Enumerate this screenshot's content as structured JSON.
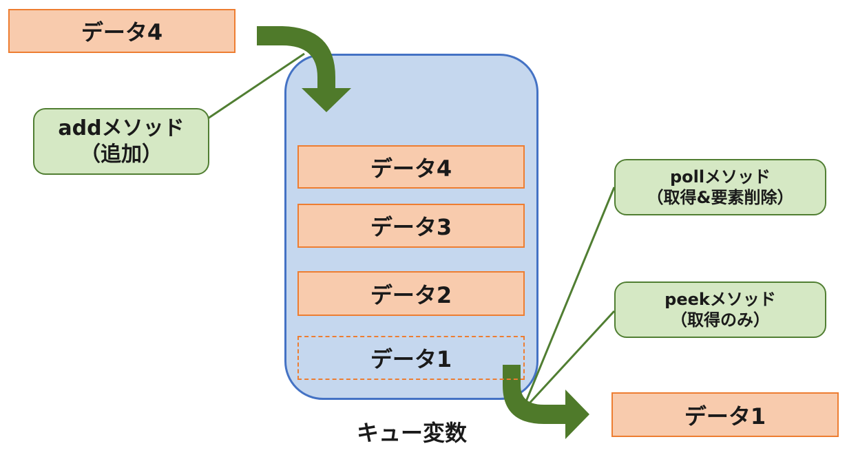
{
  "incoming_data": {
    "label": "データ4"
  },
  "queue": {
    "items": [
      {
        "label": "データ4"
      },
      {
        "label": "データ3"
      },
      {
        "label": "データ2"
      },
      {
        "label": "データ1"
      }
    ],
    "caption": "キュー変数"
  },
  "outgoing_data": {
    "label": "データ1"
  },
  "callouts": {
    "add": {
      "line1": "addメソッド",
      "line2": "（追加）"
    },
    "poll": {
      "line1": "pollメソッド",
      "line2": "（取得&要素削除）"
    },
    "peek": {
      "line1": "peekメソッド",
      "line2": "（取得のみ）"
    }
  },
  "colors": {
    "data_fill": "#f8cbad",
    "data_border": "#ed7d31",
    "queue_fill": "#c5d7ee",
    "queue_border": "#4472c4",
    "callout_fill": "#d5e8c4",
    "callout_border": "#507e32",
    "arrow": "#4f7a2a"
  }
}
